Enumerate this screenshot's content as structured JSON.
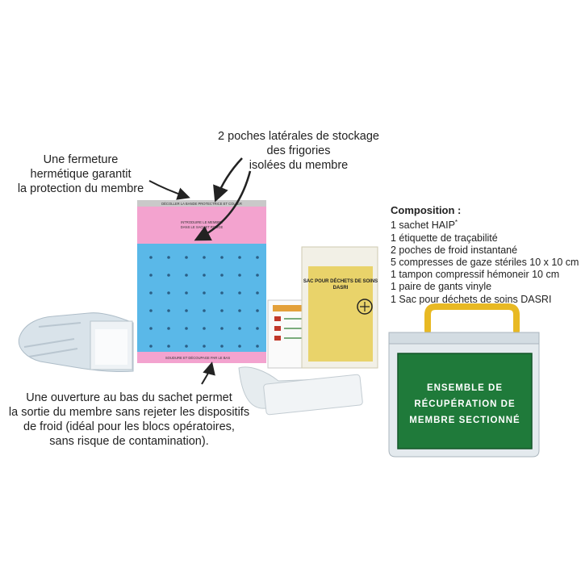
{
  "annotations": {
    "top_left": [
      "Une fermeture",
      "hermétique garantit",
      "la protection du membre"
    ],
    "top_center": [
      "2 poches latérales de stockage",
      "des frigories",
      "isolées du membre"
    ],
    "bottom": [
      "Une ouverture au bas du sachet permet",
      "la sortie du membre sans rejeter les dispositifs",
      "de froid (idéal pour les blocs opératoires,",
      "sans risque de contamination)."
    ]
  },
  "composition": {
    "title": "Composition :",
    "items": [
      "1 sachet HAIP",
      "1 étiquette de traçabilité",
      "2 poches de froid instantané",
      "5 compresses de gaze stériles 10 x 10 cm",
      "1 tampon compressif hémoneir 10 cm",
      "1 paire de gants vinyle",
      "1 Sac pour déchets de soins DASRI"
    ],
    "asterisk": "*"
  },
  "case_label": [
    "ENSEMBLE DE",
    "RÉCUPÉRATION DE",
    "MEMBRE SECTIONNÉ"
  ],
  "waste_bag_label": [
    "SAC POUR DÉCHETS DE SOINS",
    "DASRI"
  ],
  "colors": {
    "bag_pink": "#f3a3cf",
    "bag_blue": "#5ab8e8",
    "case_green": "#1f7a3a",
    "handle_yellow": "#e8b923",
    "waste_bag_yellow": "#e9d36a"
  }
}
